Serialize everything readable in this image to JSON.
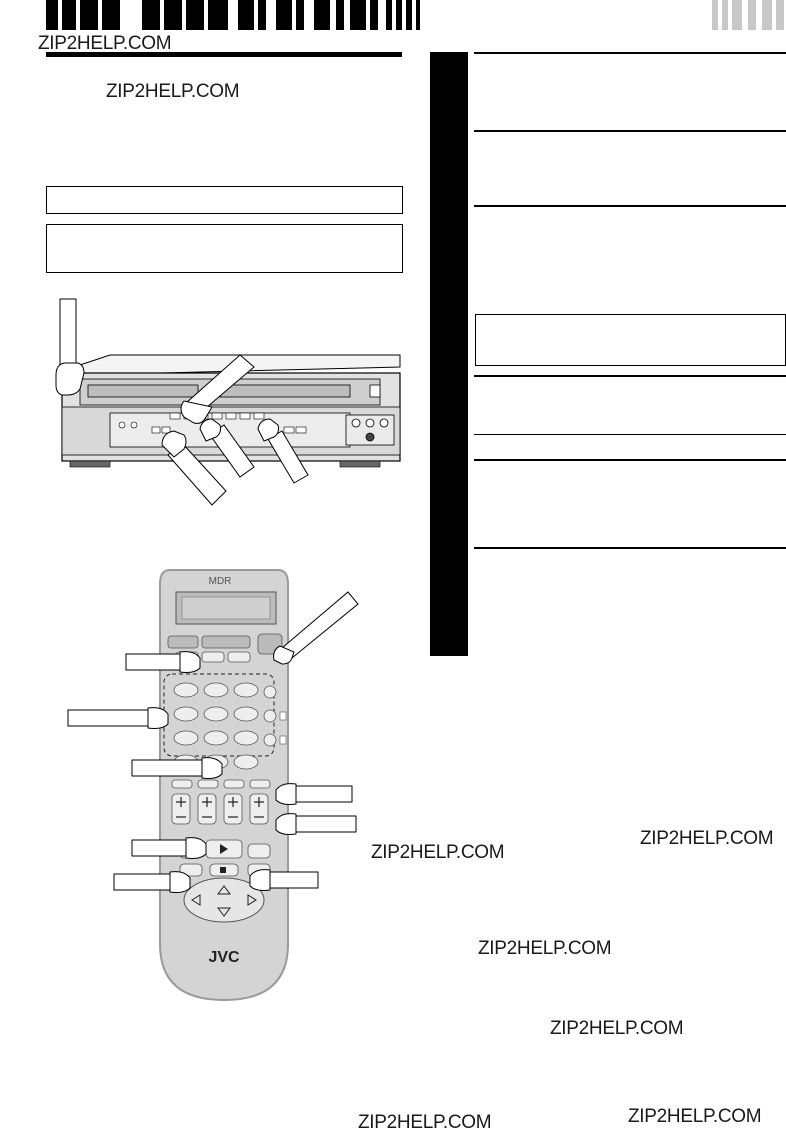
{
  "watermark": {
    "text": "ZIP2HELP.COM"
  },
  "remote": {
    "top_label": "MDR",
    "brand": "JVC"
  },
  "colors": {
    "ink": "#000000",
    "remote_body": "#d4d4d4",
    "remote_edge": "#9a9a9a",
    "deck_body": "#e2e2e2",
    "sidebar": "#000000"
  }
}
